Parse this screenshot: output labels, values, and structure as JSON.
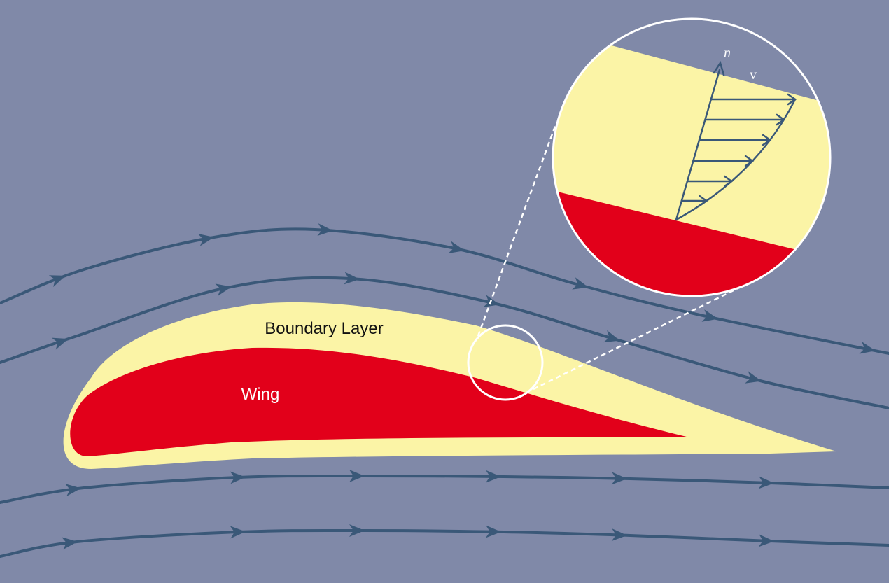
{
  "labels": {
    "boundary_layer": "Boundary Layer",
    "wing": "Wing",
    "normal_axis": "n",
    "velocity": "v"
  },
  "colors": {
    "background": "#8089a8",
    "streamline": "#3a5878",
    "boundary_layer": "#fbf4a6",
    "wing": "#e2001a",
    "highlight": "#ffffff"
  }
}
